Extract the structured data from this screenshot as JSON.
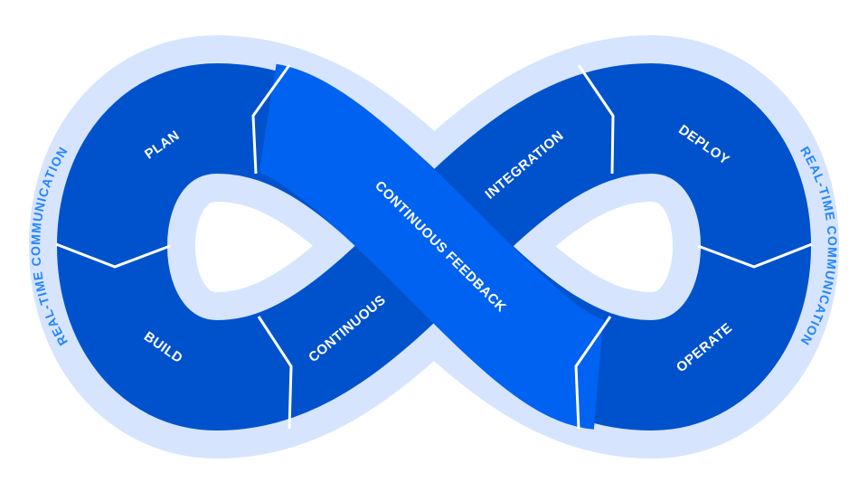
{
  "colors": {
    "halo": "#d6e5fd",
    "ring": "#0052cc",
    "feedback_band": "#0062f0",
    "side_text": "#2684ff",
    "divider": "#ffffff"
  },
  "diagram": {
    "stages": {
      "plan": "PLAN",
      "build": "BUILD",
      "continuous": "CONTINUOUS",
      "integration": "INTEGRATION",
      "deploy": "DEPLOY",
      "operate": "OPERATE"
    },
    "feedback": "CONTINUOUS FEEDBACK",
    "left_side": "REAL-TIME COMMUNICATION",
    "right_side": "REAL-TIME COMMUNICATION"
  }
}
